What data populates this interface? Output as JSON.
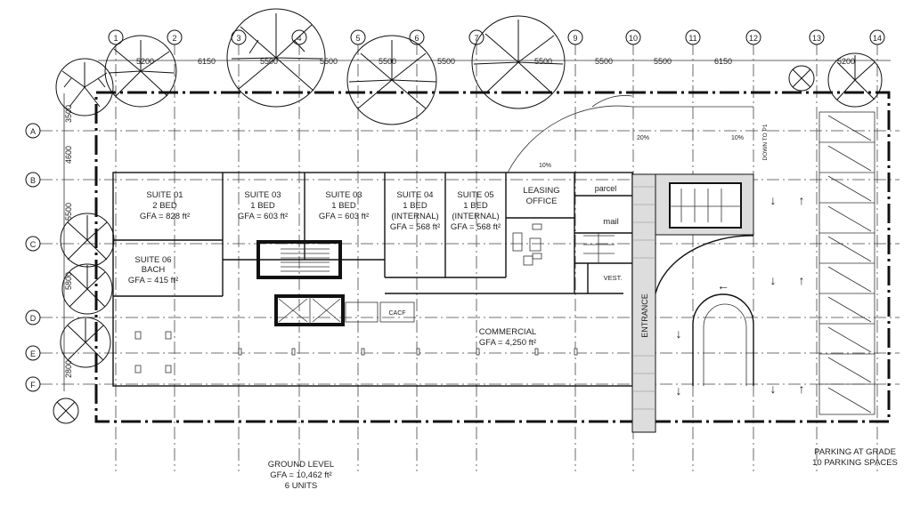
{
  "grid": {
    "columns": [
      "1",
      "2",
      "3",
      "4",
      "5",
      "6",
      "7",
      "9",
      "10",
      "11",
      "12",
      "13",
      "14"
    ],
    "rows": [
      "A",
      "B",
      "C",
      "D",
      "E",
      "F"
    ],
    "top_dims": [
      "5200",
      "6150",
      "5500",
      "5500",
      "5500",
      "5500",
      "5500",
      "5500",
      "5500",
      "6150",
      "5200"
    ],
    "side_dims": [
      "3500",
      "4600",
      "5500",
      "5800",
      "2800"
    ]
  },
  "rooms": {
    "suite_01": {
      "name": "SUITE 01",
      "type": "2 BED",
      "gfa": "GFA = 828 ft²"
    },
    "suite_03a": {
      "name": "SUITE 03",
      "type": "1 BED",
      "gfa": "GFA = 603 ft²"
    },
    "suite_03b": {
      "name": "SUITE 03",
      "type": "1 BED",
      "gfa": "GFA = 603 ft²"
    },
    "suite_04": {
      "name": "SUITE 04",
      "type": "1 BED",
      "sub": "(INTERNAL)",
      "gfa": "GFA = 568 ft²"
    },
    "suite_05": {
      "name": "SUITE 05",
      "type": "1 BED",
      "sub": "(INTERNAL)",
      "gfa": "GFA = 568 ft²"
    },
    "suite_06": {
      "name": "SUITE 06",
      "type": "BACH",
      "gfa": "GFA = 415 ft²"
    },
    "leasing": {
      "line1": "LEASING",
      "line2": "OFFICE"
    },
    "parcel": "parcel",
    "mail": "mail",
    "vest": "VEST.",
    "cacf": "CACF",
    "commercial": {
      "name": "COMMERCIAL",
      "gfa": "GFA = 4,250 ft²"
    }
  },
  "labels": {
    "entrance": "ENTRANCE",
    "ramp_20": "20%",
    "ramp_10a": "10%",
    "ramp_10b": "10%",
    "down_to": "DOWN TO P1",
    "ground_title": "GROUND LEVEL",
    "ground_gfa": "GFA = 10,462 ft²",
    "ground_units": "6 UNITS",
    "parking_title": "PARKING AT GRADE",
    "parking_count": "10 PARKING SPACES"
  }
}
